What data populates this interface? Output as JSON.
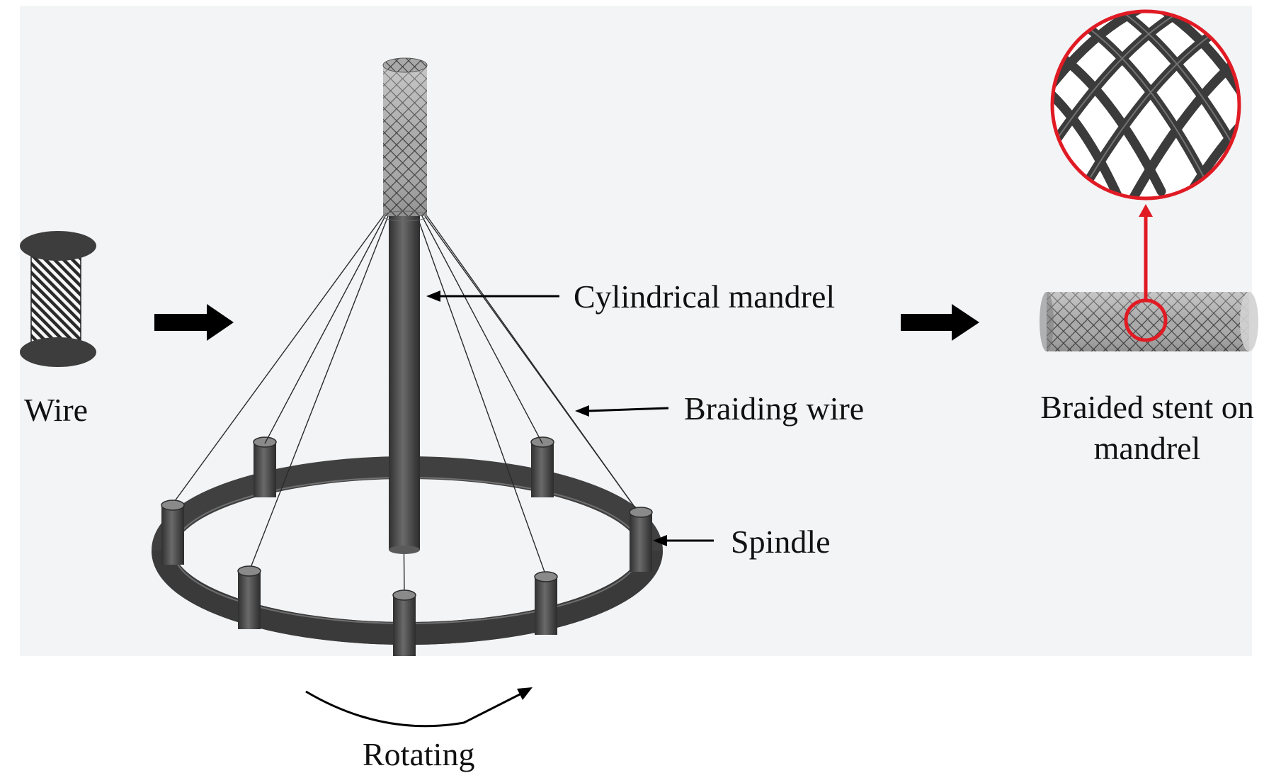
{
  "figure": {
    "labels": {
      "wire": "Wire",
      "cylindrical_mandrel": "Cylindrical mandrel",
      "braiding_wire": "Braiding wire",
      "spindle": "Spindle",
      "rotating": "Rotating",
      "braided_stent_line1": "Braided stent on",
      "braided_stent_line2": "mandrel"
    },
    "icons": {
      "wire_spool": "wire-spool-icon",
      "process_arrow": "right-arrow-icon",
      "rotation_arrow": "curved-arrow-icon",
      "magnifier": "zoom-circle-icon"
    },
    "colors": {
      "panel_background": "#f2f4f6",
      "machine_dark": "#3c3c3c",
      "machine_mid": "#5a5a5a",
      "highlight_red": "#e01b24",
      "text": "#111111"
    }
  }
}
